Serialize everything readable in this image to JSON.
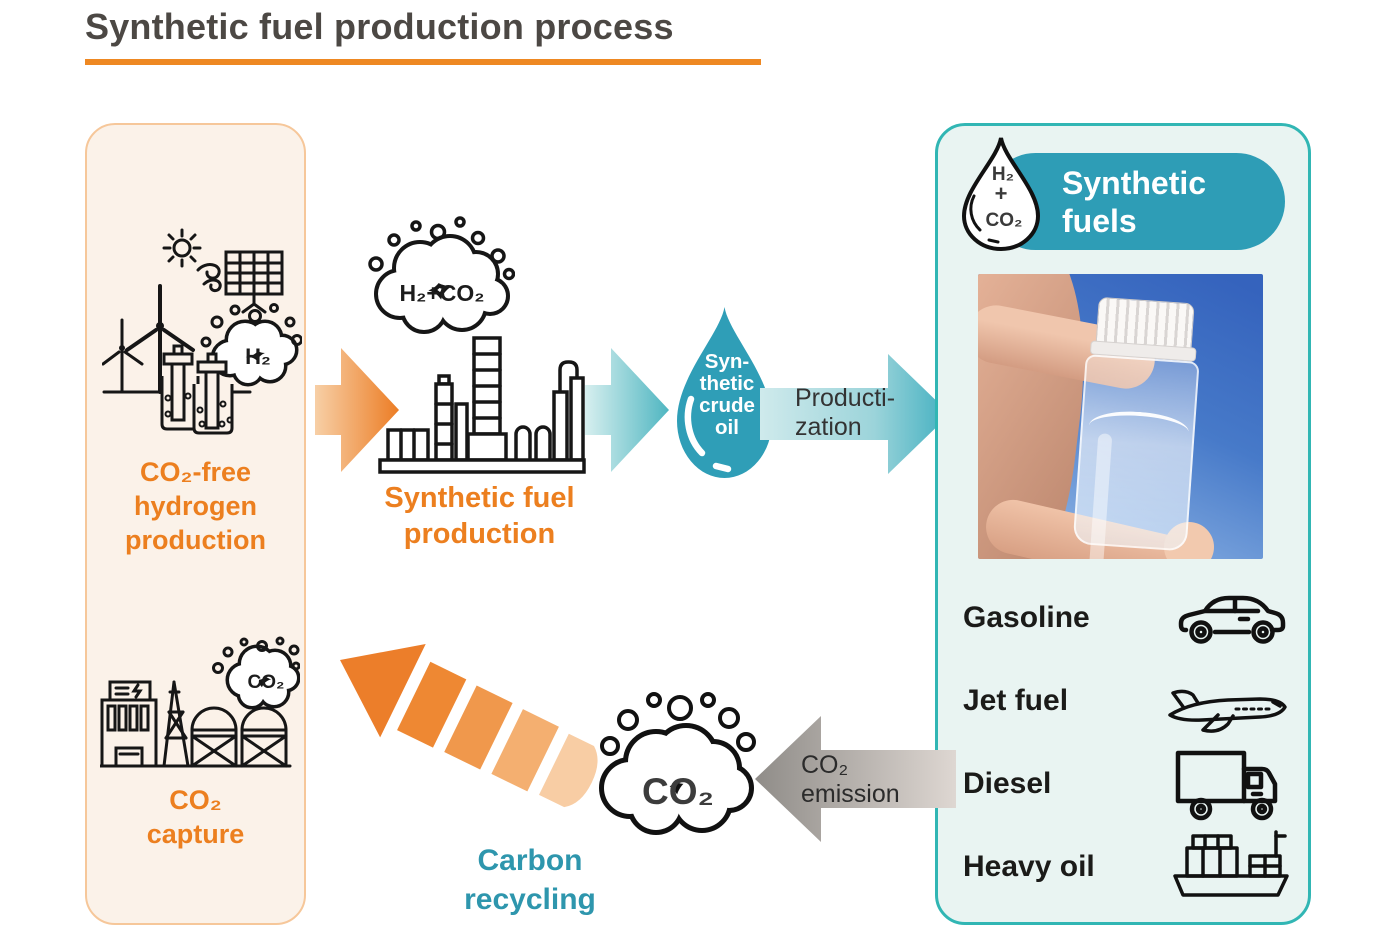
{
  "title": "Synthetic fuel production process",
  "colors": {
    "accent_orange": "#ec7f1f",
    "orange_underline": "#ee8822",
    "teal": "#2e9db6",
    "teal_text": "#2e96ad",
    "left_panel_bg": "#fbf2e9",
    "left_panel_border": "#f6c79a",
    "right_panel_bg": "#e9f4f2",
    "right_panel_border": "#31b6b4",
    "gray_arrow": "#9b9894",
    "title_text": "#4c4844"
  },
  "left_panel": {
    "h2": "H₂",
    "hydrogen_label": "CO₂-free\nhydrogen\nproduction",
    "co2": "CO₂",
    "capture_label": "CO₂\ncapture"
  },
  "middle": {
    "cloud": "H₂+CO₂",
    "production_label": "Synthetic fuel\nproduction",
    "droplet": [
      "Syn-",
      "thetic",
      "crude",
      "oil"
    ],
    "productization_label": "Producti-\nzation"
  },
  "right_panel": {
    "badge": {
      "droplet": {
        "l1": "H₂",
        "l2": "+",
        "l3": "CO₂"
      },
      "label": "Synthetic\nfuels"
    },
    "fuels": [
      {
        "label": "Gasoline",
        "icon": "car-icon"
      },
      {
        "label": "Jet fuel",
        "icon": "airplane-icon"
      },
      {
        "label": "Diesel",
        "icon": "truck-icon"
      },
      {
        "label": "Heavy oil",
        "icon": "ship-icon"
      }
    ]
  },
  "bottom": {
    "co2": "CO₂",
    "emission_label": "CO₂\nemission",
    "recycling_label": "Carbon\nrecycling"
  }
}
